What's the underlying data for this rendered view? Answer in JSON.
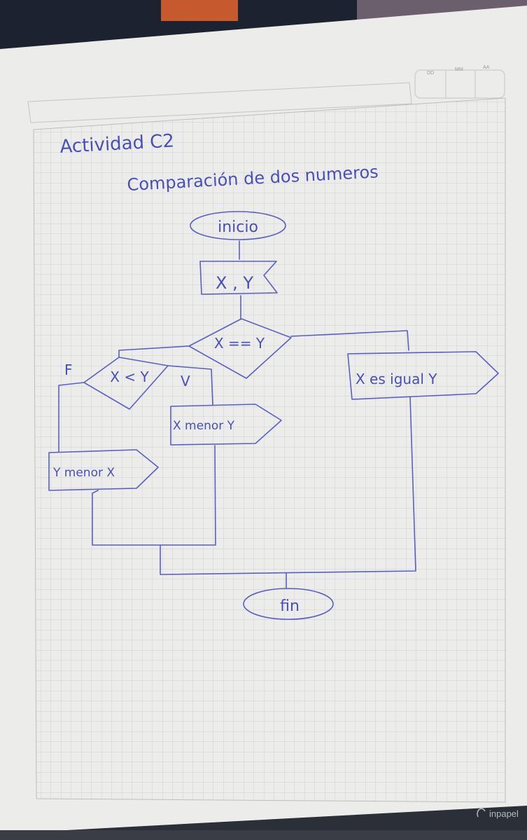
{
  "header": {
    "date_labels": [
      "DD",
      "MM",
      "AA"
    ]
  },
  "title": {
    "activity": "Actividad C2",
    "subject": "Comparación de dos numeros"
  },
  "flowchart": {
    "start": "inicio",
    "input": "X , Y",
    "decision_equal": "X == Y",
    "decision_less": "X < Y",
    "false_label": "F",
    "true_label": "V",
    "output_equal": "X es igual Y",
    "output_x_less": "X menor Y",
    "output_y_less": "Y menor X",
    "end": "fin"
  },
  "footer": {
    "brand": "inpapel"
  },
  "colors": {
    "ink": "#5a5fc4",
    "grid": "#c9c9c9",
    "paper": "#ececea"
  }
}
